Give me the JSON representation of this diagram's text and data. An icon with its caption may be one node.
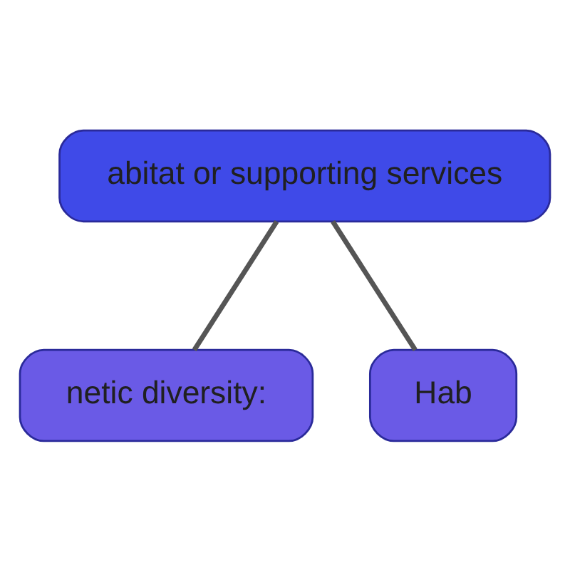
{
  "diagram": {
    "nodes": [
      {
        "text": [
          "abitat or supporting services"
        ]
      },
      {
        "text": [
          "netic diversity:"
        ]
      },
      {
        "text": [
          "Hab"
        ]
      }
    ],
    "edges": [
      {
        "from": 0,
        "to": 1,
        "arrow": "none"
      },
      {
        "from": 0,
        "to": 2,
        "arrow": "none"
      }
    ]
  }
}
